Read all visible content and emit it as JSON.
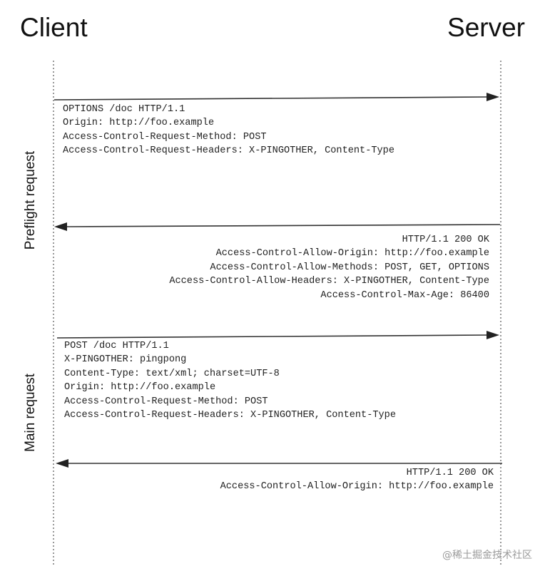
{
  "actors": {
    "client": "Client",
    "server": "Server"
  },
  "phases": {
    "preflight": "Preflight request",
    "main": "Main request"
  },
  "messages": {
    "preflight_request": [
      "OPTIONS /doc HTTP/1.1",
      "Origin: http://foo.example",
      "Access-Control-Request-Method: POST",
      "Access-Control-Request-Headers: X-PINGOTHER, Content-Type"
    ],
    "preflight_response": [
      "HTTP/1.1 200 OK",
      "Access-Control-Allow-Origin: http://foo.example",
      "Access-Control-Allow-Methods: POST, GET, OPTIONS",
      "Access-Control-Allow-Headers: X-PINGOTHER, Content-Type",
      "Access-Control-Max-Age: 86400"
    ],
    "main_request": [
      "POST /doc HTTP/1.1",
      "X-PINGOTHER: pingpong",
      "Content-Type: text/xml; charset=UTF-8",
      "Origin: http://foo.example",
      "Access-Control-Request-Method: POST",
      "Access-Control-Request-Headers: X-PINGOTHER, Content-Type"
    ],
    "main_response": [
      "HTTP/1.1 200 OK",
      "Access-Control-Allow-Origin: http://foo.example"
    ]
  },
  "watermark": "@稀土掘金技术社区",
  "colors": {
    "line": "#333333",
    "text": "#222222"
  }
}
